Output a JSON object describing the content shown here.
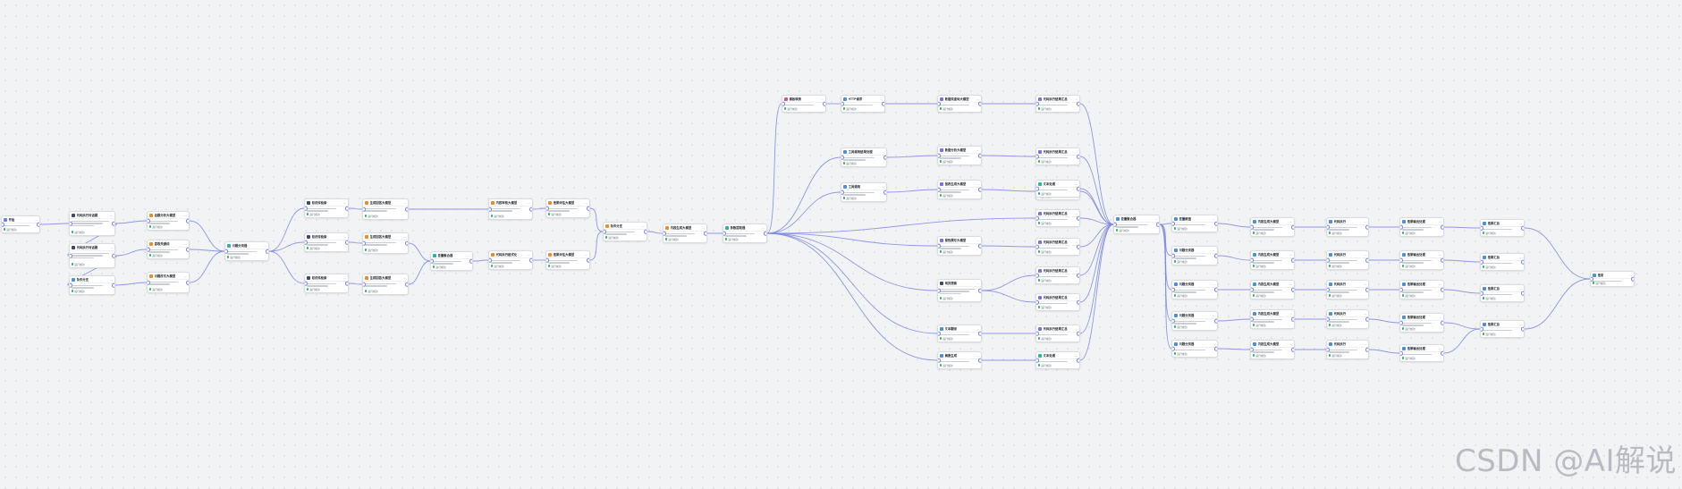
{
  "workflow": {
    "nodes": [
      {
        "id": "n01",
        "title": "开始",
        "color": "#6f7bf7",
        "status": "运行成功"
      },
      {
        "id": "n02",
        "title": "代码执行对话题",
        "color": "#3b4a6b",
        "status": "运行成功"
      },
      {
        "id": "n03",
        "title": "代码执行对话题",
        "color": "#3b4a6b",
        "status": "运行成功"
      },
      {
        "id": "n04",
        "title": "条件分支",
        "color": "#4a90e2",
        "status": "运行成功"
      },
      {
        "id": "n05",
        "title": "话题分析大模型",
        "color": "#f08a24",
        "status": "运行成功"
      },
      {
        "id": "n06",
        "title": "提取关键词",
        "color": "#f08a24",
        "status": "运行成功"
      },
      {
        "id": "n07",
        "title": "问题改写大模型",
        "color": "#f08a24",
        "status": "运行成功"
      },
      {
        "id": "n08",
        "title": "问题分类器",
        "color": "#2bb3a3",
        "status": "运行成功"
      },
      {
        "id": "n09",
        "title": "知识库检索",
        "color": "#3b4a6b",
        "status": "运行成功"
      },
      {
        "id": "n10",
        "title": "知识库检索",
        "color": "#3b4a6b",
        "status": "运行成功"
      },
      {
        "id": "n11",
        "title": "知识库检索",
        "color": "#3b4a6b",
        "status": "运行成功"
      },
      {
        "id": "n12",
        "title": "生成回答大模型",
        "color": "#f08a24",
        "status": "运行成功"
      },
      {
        "id": "n13",
        "title": "生成回答大模型",
        "color": "#f08a24",
        "status": "运行成功"
      },
      {
        "id": "n14",
        "title": "生成回答大模型",
        "color": "#f08a24",
        "status": "运行成功"
      },
      {
        "id": "n15",
        "title": "变量聚合器",
        "color": "#2bb3a3",
        "status": "运行成功"
      },
      {
        "id": "n16",
        "title": "内容审核大模型",
        "color": "#f08a24",
        "status": "运行成功"
      },
      {
        "id": "n17",
        "title": "代码执行格式化",
        "color": "#f08a24",
        "status": "运行成功"
      },
      {
        "id": "n18",
        "title": "结果评估大模型",
        "color": "#f08a24",
        "status": "运行成功"
      },
      {
        "id": "n19",
        "title": "结果评估大模型",
        "color": "#f08a24",
        "status": "运行成功"
      },
      {
        "id": "n20",
        "title": "条件分支",
        "color": "#f08a24",
        "status": "运行成功"
      },
      {
        "id": "n21",
        "title": "内容生成大模型",
        "color": "#f08a24",
        "status": "运行成功"
      },
      {
        "id": "n22",
        "title": "参数提取器",
        "color": "#2bb3a3",
        "status": "运行成功"
      },
      {
        "id": "n23",
        "title": "模板转换",
        "color": "#e84a8a",
        "status": "运行成功"
      },
      {
        "id": "n24",
        "title": "HTTP请求",
        "color": "#4a90e2",
        "status": "运行成功"
      },
      {
        "id": "n25",
        "title": "工具调用结果处理",
        "color": "#4a90e2",
        "status": "运行成功"
      },
      {
        "id": "n26",
        "title": "工具调用",
        "color": "#4a90e2",
        "status": "运行成功"
      },
      {
        "id": "n27",
        "title": "数据库查询大模型",
        "color": "#7a6ff0",
        "status": "运行成功"
      },
      {
        "id": "n28",
        "title": "数据分析大模型",
        "color": "#7a6ff0",
        "status": "运行成功"
      },
      {
        "id": "n29",
        "title": "图表生成大模型",
        "color": "#7a6ff0",
        "status": "运行成功"
      },
      {
        "id": "n30",
        "title": "报告撰写大模型",
        "color": "#7a6ff0",
        "status": "运行成功"
      },
      {
        "id": "n31",
        "title": "网页搜索",
        "color": "#3b4a6b",
        "status": "运行成功"
      },
      {
        "id": "n32",
        "title": "文本翻译",
        "color": "#4a90e2",
        "status": "运行成功"
      },
      {
        "id": "n33",
        "title": "摘要生成",
        "color": "#4a90e2",
        "status": "运行成功"
      },
      {
        "id": "n34",
        "title": "代码执行结果汇总",
        "color": "#7a6ff0",
        "status": "运行成功"
      },
      {
        "id": "n35",
        "title": "代码执行结果汇总",
        "color": "#7a6ff0",
        "status": "运行成功"
      },
      {
        "id": "n36",
        "title": "代码执行结果汇总",
        "color": "#7a6ff0",
        "status": "运行成功"
      },
      {
        "id": "n37",
        "title": "代码执行结果汇总",
        "color": "#7a6ff0",
        "status": "运行成功"
      },
      {
        "id": "n38",
        "title": "代码执行结果汇总",
        "color": "#7a6ff0",
        "status": "运行成功"
      },
      {
        "id": "n39",
        "title": "代码执行结果汇总",
        "color": "#7a6ff0",
        "status": "运行成功"
      },
      {
        "id": "n40",
        "title": "代码执行结果汇总",
        "color": "#7a6ff0",
        "status": "运行成功"
      },
      {
        "id": "n41",
        "title": "代码执行结果汇总",
        "color": "#7a6ff0",
        "status": "运行成功"
      },
      {
        "id": "n42",
        "title": "文本处理",
        "color": "#2bb3a3",
        "status": "运行成功"
      },
      {
        "id": "n43",
        "title": "文本处理",
        "color": "#2bb3a3",
        "status": "运行成功"
      },
      {
        "id": "n44",
        "title": "变量聚合器",
        "color": "#4a90e2",
        "status": "运行成功"
      },
      {
        "id": "n45",
        "title": "变量赋值",
        "color": "#4a90e2",
        "status": "运行成功"
      },
      {
        "id": "n46",
        "title": "问题分类器",
        "color": "#4a90e2",
        "status": "运行成功"
      },
      {
        "id": "n47",
        "title": "问题分类器",
        "color": "#4a90e2",
        "status": "运行成功"
      },
      {
        "id": "n48",
        "title": "问题分类器",
        "color": "#4a90e2",
        "status": "运行成功"
      },
      {
        "id": "n49",
        "title": "问题分类器",
        "color": "#4a90e2",
        "status": "运行成功"
      },
      {
        "id": "n50",
        "title": "问题分类器",
        "color": "#4a90e2",
        "status": "运行成功"
      },
      {
        "id": "n51",
        "title": "内容生成大模型",
        "color": "#4a90e2",
        "status": "运行成功"
      },
      {
        "id": "n52",
        "title": "内容生成大模型",
        "color": "#4a90e2",
        "status": "运行成功"
      },
      {
        "id": "n53",
        "title": "内容生成大模型",
        "color": "#4a90e2",
        "status": "运行成功"
      },
      {
        "id": "n54",
        "title": "内容生成大模型",
        "color": "#4a90e2",
        "status": "运行成功"
      },
      {
        "id": "n55",
        "title": "内容生成大模型",
        "color": "#4a90e2",
        "status": "运行成功"
      },
      {
        "id": "n56",
        "title": "代码执行",
        "color": "#4a90e2",
        "status": "运行成功"
      },
      {
        "id": "n57",
        "title": "代码执行",
        "color": "#4a90e2",
        "status": "运行成功"
      },
      {
        "id": "n58",
        "title": "代码执行",
        "color": "#4a90e2",
        "status": "运行成功"
      },
      {
        "id": "n59",
        "title": "代码执行",
        "color": "#4a90e2",
        "status": "运行成功"
      },
      {
        "id": "n60",
        "title": "代码执行",
        "color": "#4a90e2",
        "status": "运行成功"
      },
      {
        "id": "n61",
        "title": "结果输出处理",
        "color": "#4a90e2",
        "status": "运行成功"
      },
      {
        "id": "n62",
        "title": "结果输出处理",
        "color": "#4a90e2",
        "status": "运行成功"
      },
      {
        "id": "n63",
        "title": "结果输出处理",
        "color": "#4a90e2",
        "status": "运行成功"
      },
      {
        "id": "n64",
        "title": "结果输出处理",
        "color": "#4a90e2",
        "status": "运行成功"
      },
      {
        "id": "n65",
        "title": "结果输出处理",
        "color": "#4a90e2",
        "status": "运行成功"
      },
      {
        "id": "n66",
        "title": "结果汇总",
        "color": "#4a90e2",
        "status": "运行成功"
      },
      {
        "id": "n67",
        "title": "结果汇总",
        "color": "#4a90e2",
        "status": "运行成功"
      },
      {
        "id": "n68",
        "title": "结果汇总",
        "color": "#4a90e2",
        "status": "运行成功"
      },
      {
        "id": "n69",
        "title": "结果汇总",
        "color": "#4a90e2",
        "status": "运行成功"
      },
      {
        "id": "n70",
        "title": "结束",
        "color": "#4a90e2",
        "status": "运行成功"
      }
    ]
  },
  "watermark": "CSDN @AI解说",
  "edge_color": "#7d86e6"
}
